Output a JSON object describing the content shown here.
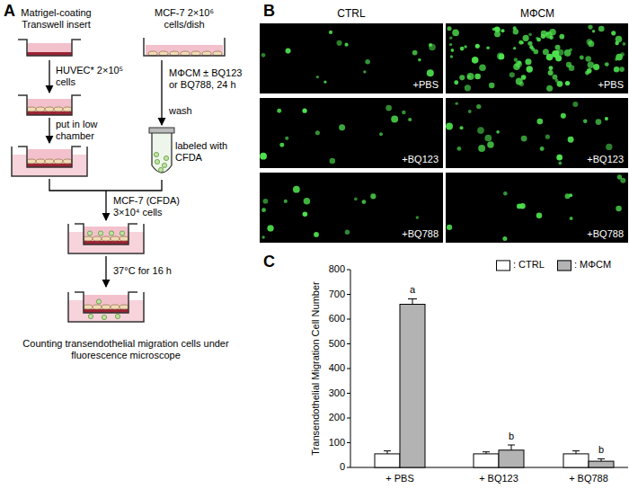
{
  "diagram": {
    "nodes": [
      {
        "text": [
          "Matrigel-coating Transwell insert"
        ]
      },
      {
        "text": [
          "MCF-7 2×10⁶ cells/dish"
        ]
      },
      {
        "text": [
          "labeled with CFDA"
        ]
      },
      {
        "text": [
          "Counting transendothelial migration cells under fluorescence microscope"
        ]
      },
      {
        "text": [
          "+PBS"
        ]
      },
      {
        "text": [
          "+PBS"
        ]
      },
      {
        "text": [
          "+BQ123"
        ]
      },
      {
        "text": [
          "+BQ123"
        ]
      },
      {
        "text": [
          "+BQ788"
        ]
      },
      {
        "text": [
          "+BQ788"
        ]
      }
    ],
    "edges": [
      {
        "from": 1,
        "to": 2,
        "arrow": "to",
        "label": "MΦCM ± BQ123 or BQ788, 24 h"
      }
    ],
    "labels": [
      "A",
      "HUVEC* 2×10⁵ cells",
      "put in low chamber",
      "wash",
      "MCF-7 (CFDA) 3×10⁴ cells",
      "37°C for 16 h",
      "B",
      "CTRL",
      "MΦCM",
      "C",
      "0",
      "100",
      "200",
      "300",
      "400",
      "500",
      "600",
      "700",
      "800",
      "Transendothelial Migration Cell Number",
      "+ PBS",
      "+ BQ123",
      "+ BQ788",
      "a",
      "b",
      "b"
    ],
    "legend": [
      {
        "text": ": CTRL",
        "color": "#ffffff"
      },
      {
        "text": ": MΦCM",
        "color": "#b3b3b3"
      }
    ]
  }
}
